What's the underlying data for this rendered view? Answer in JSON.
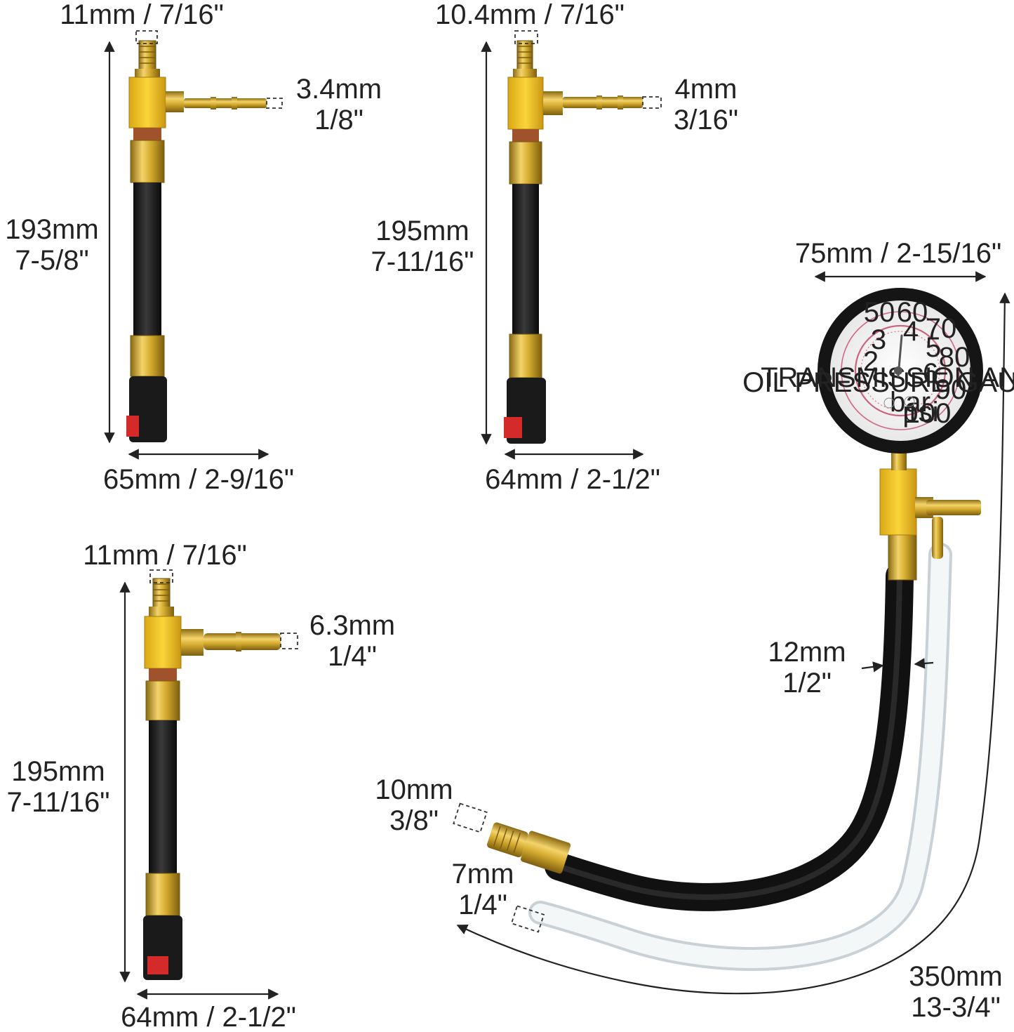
{
  "colors": {
    "brass": "#c9a227",
    "brass_light": "#f0cc4a",
    "tee_yellow": "#f3c623",
    "hose": "#1c1c1c",
    "connector_red": "#d42a2a",
    "clear_tube": "#eef2f4",
    "gauge_ring": "#c84a6a"
  },
  "adapter_1": {
    "top_dim": "11mm / 7/16\"",
    "side_dim_mm": "3.4mm",
    "side_dim_in": "1/8\"",
    "length_mm": "193mm",
    "length_in": "7-5/8\"",
    "width_dim": "65mm / 2-9/16\""
  },
  "adapter_2": {
    "top_dim": "10.4mm / 7/16\"",
    "side_dim_mm": "4mm",
    "side_dim_in": "3/16\"",
    "length_mm": "195mm",
    "length_in": "7-11/16\"",
    "width_dim": "64mm / 2-1/2\""
  },
  "adapter_3": {
    "top_dim": "11mm / 7/16\"",
    "side_dim_mm": "6.3mm",
    "side_dim_in": "1/4\"",
    "length_mm": "195mm",
    "length_in": "7-11/16\"",
    "width_dim": "64mm / 2-1/2\""
  },
  "gauge_assembly": {
    "gauge_dim": "75mm / 2-15/16\"",
    "hose_dim_mm": "12mm",
    "hose_dim_in": "1/2\"",
    "fitting_dim_mm": "10mm",
    "fitting_dim_in": "3/8\"",
    "tube_dim_mm": "7mm",
    "tube_dim_in": "1/4\"",
    "length_mm": "350mm",
    "length_in": "13-3/4\"",
    "dial_outer_labels": [
      "50",
      "60",
      "70",
      "80",
      "90",
      "100"
    ],
    "dial_inner_labels": [
      "3",
      "4",
      "5",
      "6",
      "2"
    ],
    "dial_caption_1": "TRANSMISSION AND",
    "dial_caption_2": "OIL PRESSURE GAUGE",
    "dial_unit_psi": "psi",
    "dial_unit_bar": "bar"
  }
}
